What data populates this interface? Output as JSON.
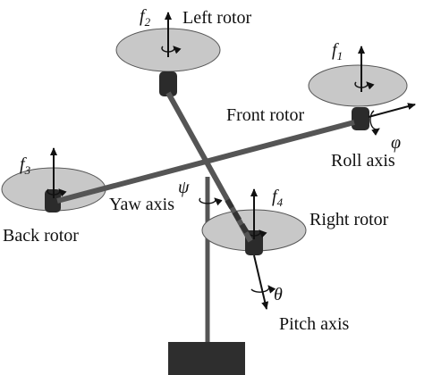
{
  "labels": {
    "left_rotor": "Left rotor",
    "front_rotor": "Front rotor",
    "roll_axis": "Roll axis",
    "back_rotor": "Back rotor",
    "yaw_axis": "Yaw axis",
    "right_rotor": "Right rotor",
    "pitch_axis": "Pitch axis"
  },
  "symbols": {
    "f": "f",
    "f1_sub": "1",
    "f2_sub": "2",
    "f3_sub": "3",
    "f4_sub": "4",
    "phi": "φ",
    "psi": "ψ",
    "theta": "θ"
  },
  "colors": {
    "rotor_disc": "#c8c8c8",
    "motor": "#2b2b2b",
    "arm": "#555555",
    "base": "#2e2e2e",
    "ink": "#111111"
  }
}
